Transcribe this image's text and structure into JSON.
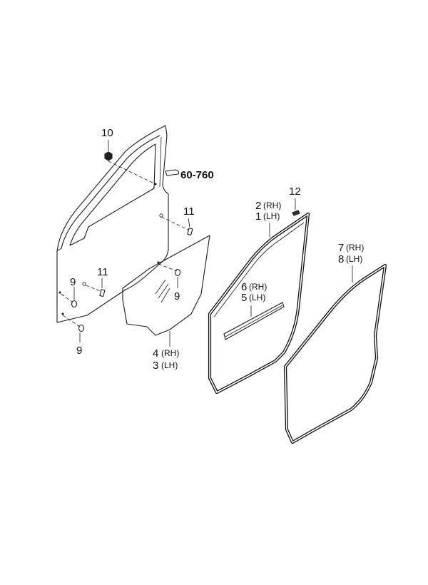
{
  "callouts": {
    "p10": "10",
    "p60_760": "60-760",
    "p11_upper": "11",
    "p11_lower": "11",
    "p9_left": "9",
    "p9_bottom": "9",
    "p9_panel": "9",
    "p4": "4",
    "p3": "3",
    "p2": "2",
    "p1": "1",
    "p12": "12",
    "p6": "6",
    "p5": "5",
    "p7": "7",
    "p8": "8"
  },
  "sides": {
    "rh": "(RH)",
    "lh": "(LH)"
  }
}
